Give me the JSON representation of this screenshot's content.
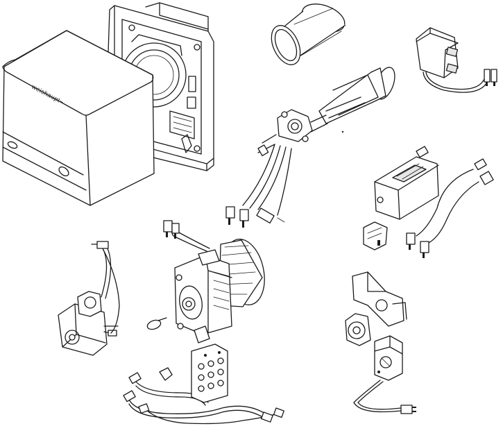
{
  "drawing": {
    "brand_text": "~weishaupt~",
    "line_color": "#1a1a1a",
    "background": "#ffffff",
    "components": [
      {
        "name": "burner-hood",
        "icon": "hood-cover"
      },
      {
        "name": "burner-housing",
        "icon": "housing-frame"
      },
      {
        "name": "blast-tube",
        "icon": "cylinder"
      },
      {
        "name": "ignition-transformer",
        "icon": "transformer"
      },
      {
        "name": "mixing-head-assembly",
        "icon": "nozzle-line"
      },
      {
        "name": "control-unit",
        "icon": "controller"
      },
      {
        "name": "oil-pump",
        "icon": "pump"
      },
      {
        "name": "burner-motor-fan",
        "icon": "fan-wheel"
      },
      {
        "name": "air-damper-actuator",
        "icon": "actuator"
      },
      {
        "name": "oil-hoses",
        "icon": "hose"
      },
      {
        "name": "fittings-kit",
        "icon": "screw-set"
      }
    ]
  }
}
